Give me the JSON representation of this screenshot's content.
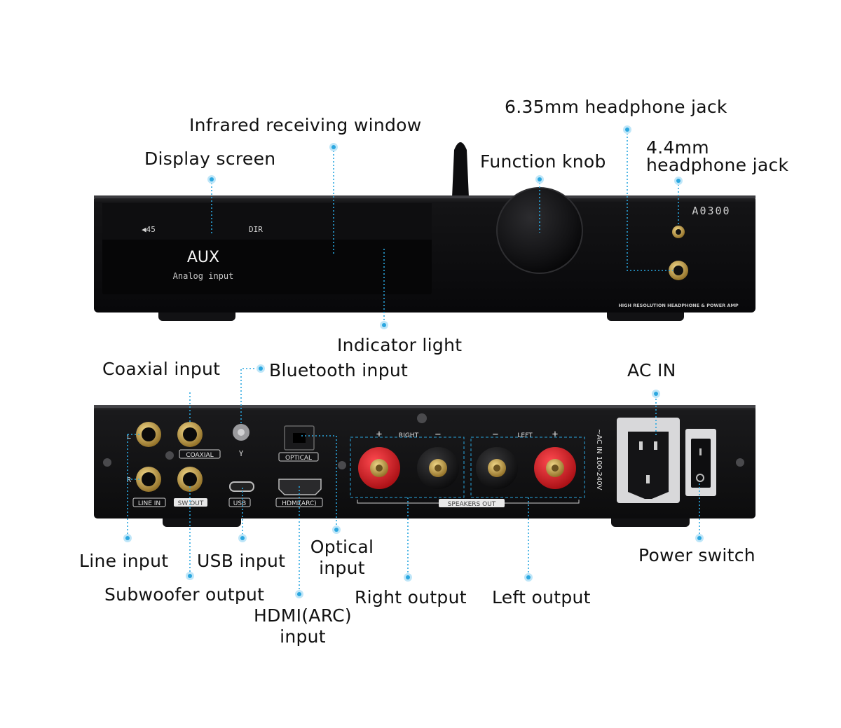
{
  "labels": {
    "display_screen": "Display screen",
    "infrared_window": "Infrared receiving window",
    "function_knob": "Function knob",
    "jack_635": "6.35mm headphone jack",
    "jack_44_line1": "4.4mm",
    "jack_44_line2": "headphone jack",
    "indicator_light": "Indicator light",
    "coaxial_input": "Coaxial input",
    "bluetooth_input": "Bluetooth input",
    "ac_in": "AC IN",
    "line_input": "Line input",
    "usb_input": "USB input",
    "optical_line1": "Optical",
    "optical_line2": "input",
    "power_switch": "Power switch",
    "subwoofer_output": "Subwoofer output",
    "right_output": "Right output",
    "left_output": "Left output",
    "hdmi_line1": "HDMI(ARC)",
    "hdmi_line2": "input"
  },
  "front_panel": {
    "volume_readout": "◀45",
    "dir_text": "DIR",
    "source": "AUX",
    "source_sub": "Analog input",
    "brand": "A0300",
    "tagline": "HIGH RESOLUTION HEADPHONE & POWER AMP"
  },
  "rear_panel": {
    "coaxial": "COAXIAL",
    "line_in": "LINE IN",
    "sw_out": "SW OUT",
    "usb": "USB",
    "optical": "OPTICAL",
    "hdmi": "HDMI(ARC)",
    "right": "RIGHT",
    "left": "LEFT",
    "plus": "+",
    "minus": "−",
    "speakers_out": "SPEAKERS OUT",
    "ac_rating": "~AC IN 100-240V",
    "bt_antenna_mark": "Y",
    "ch_l": "L",
    "ch_r": "R"
  },
  "colors": {
    "leader": "#2aa7e0",
    "chassis": "#0b0b0c",
    "terminal_red": "#d8141c",
    "gold": "#c9a24a"
  }
}
